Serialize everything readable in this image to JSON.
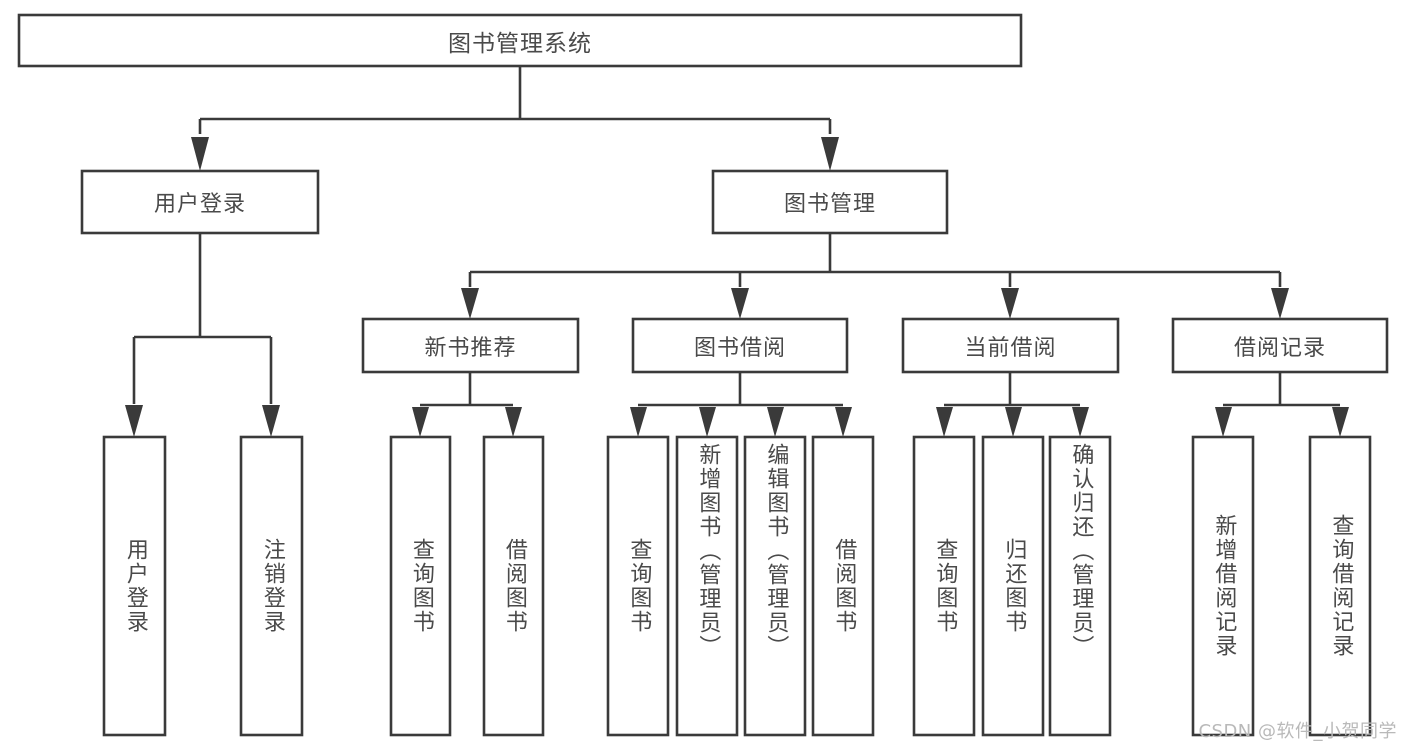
{
  "diagram": {
    "type": "tree-hierarchy-flowchart",
    "title": "图书管理系统",
    "orientation": "top-down",
    "background_color": "#ffffff",
    "box_border_color": "#3a3a3a",
    "box_fill_color": "#ffffff",
    "text_color": "#4a4a4a",
    "connector_color": "#3a3a3a"
  },
  "nodes": {
    "root": {
      "id": "root",
      "label": "图书管理系统",
      "level": 1,
      "orientation": "horizontal"
    },
    "level2": [
      {
        "id": "user-login",
        "label": "用户登录",
        "level": 2,
        "orientation": "horizontal"
      },
      {
        "id": "book-management",
        "label": "图书管理",
        "level": 2,
        "orientation": "horizontal"
      }
    ],
    "level3": [
      {
        "id": "new-book-recommend",
        "label": "新书推荐",
        "level": 3,
        "orientation": "horizontal",
        "parent": "book-management"
      },
      {
        "id": "book-borrow",
        "label": "图书借阅",
        "level": 3,
        "orientation": "horizontal",
        "parent": "book-management"
      },
      {
        "id": "current-borrow",
        "label": "当前借阅",
        "level": 3,
        "orientation": "horizontal",
        "parent": "book-management"
      },
      {
        "id": "borrow-record",
        "label": "借阅记录",
        "level": 3,
        "orientation": "horizontal",
        "parent": "book-management"
      }
    ],
    "leaves": [
      {
        "id": "leaf-user-login",
        "label": "用户登录",
        "parent": "user-login",
        "orientation": "vertical"
      },
      {
        "id": "leaf-logout-login",
        "label": "注销登录",
        "parent": "user-login",
        "orientation": "vertical"
      },
      {
        "id": "leaf-query-book-a",
        "label": "查询图书",
        "parent": "new-book-recommend",
        "orientation": "vertical"
      },
      {
        "id": "leaf-borrow-book-a",
        "label": "借阅图书",
        "parent": "new-book-recommend",
        "orientation": "vertical"
      },
      {
        "id": "leaf-query-book-b",
        "label": "查询图书",
        "parent": "book-borrow",
        "orientation": "vertical"
      },
      {
        "id": "leaf-add-book",
        "label": "新增图书（管理员）",
        "parent": "book-borrow",
        "orientation": "vertical"
      },
      {
        "id": "leaf-edit-book",
        "label": "编辑图书（管理员）",
        "parent": "book-borrow",
        "orientation": "vertical"
      },
      {
        "id": "leaf-borrow-book-b",
        "label": "借阅图书",
        "parent": "book-borrow",
        "orientation": "vertical"
      },
      {
        "id": "leaf-query-book-c",
        "label": "查询图书",
        "parent": "current-borrow",
        "orientation": "vertical"
      },
      {
        "id": "leaf-return-book",
        "label": "归还图书",
        "parent": "current-borrow",
        "orientation": "vertical"
      },
      {
        "id": "leaf-confirm-return",
        "label": "确认归还（管理员）",
        "parent": "current-borrow",
        "orientation": "vertical"
      },
      {
        "id": "leaf-add-record",
        "label": "新增借阅记录",
        "parent": "borrow-record",
        "orientation": "vertical"
      },
      {
        "id": "leaf-query-record",
        "label": "查询借阅记录",
        "parent": "borrow-record",
        "orientation": "vertical"
      }
    ]
  },
  "watermark": {
    "text": "CSDN @软件_小贺同学"
  }
}
